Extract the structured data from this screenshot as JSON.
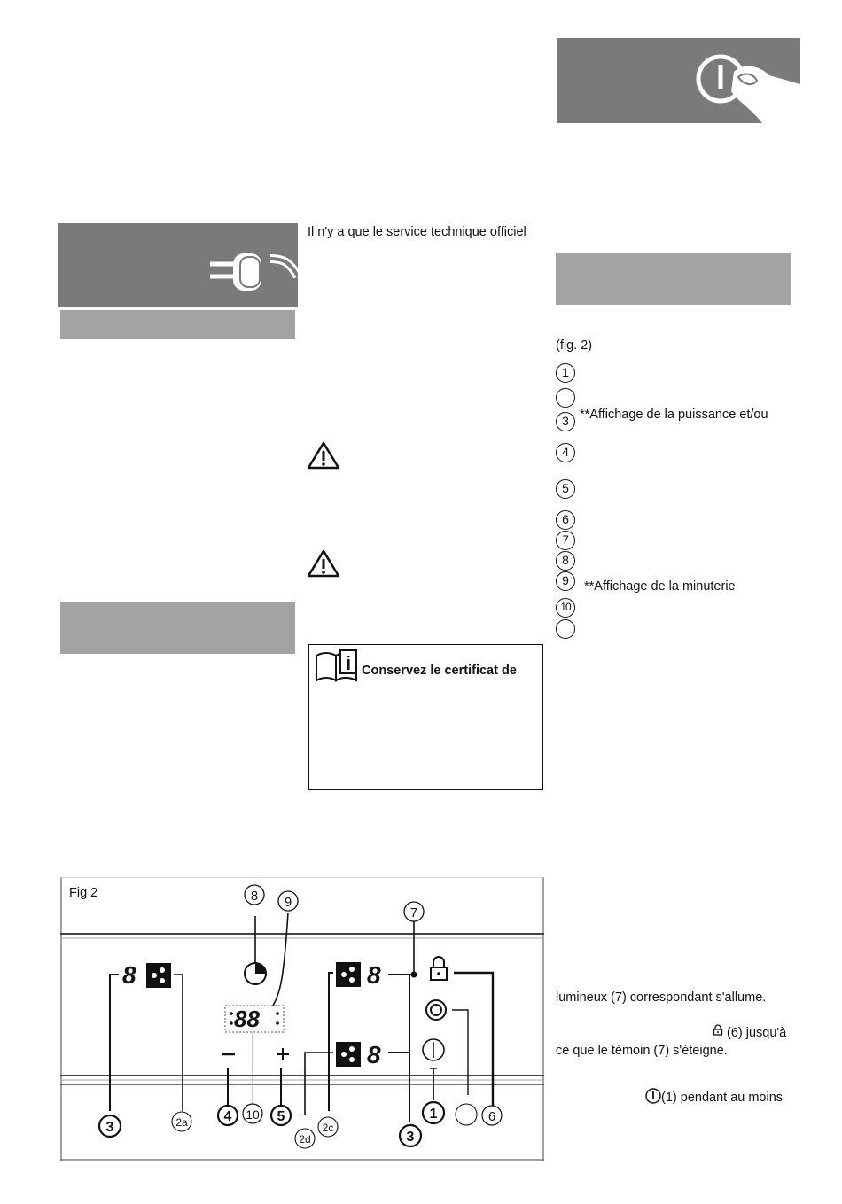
{
  "col_middle": {
    "service_text": "Il n'y a que le service technique officiel",
    "info_box_text": "Conservez le certificat de"
  },
  "col_right": {
    "fig_ref": "(fig. 2)",
    "legend": [
      {
        "num": "1",
        "text": ""
      },
      {
        "num": "",
        "text": ""
      },
      {
        "num": "3",
        "text": "**Affichage de la puissance et/ou"
      },
      {
        "num": "4",
        "text": ""
      },
      {
        "num": "5",
        "text": ""
      },
      {
        "num": "6",
        "text": ""
      },
      {
        "num": "7",
        "text": ""
      },
      {
        "num": "8",
        "text": ""
      },
      {
        "num": "9",
        "text": "**Affichage de la minuterie"
      },
      {
        "num": "10",
        "text": ""
      },
      {
        "num": "",
        "text": ""
      }
    ],
    "line_lumineux": "lumineux (7) correspondant s'allume.",
    "line_jusqua": "(6) jusqu'à",
    "line_temoin": "ce que le témoin (7) s'éteigne.",
    "line_pendant": "(1) pendant au moins"
  },
  "figure": {
    "label": "Fig 2",
    "callouts": {
      "c8": "8",
      "c9": "9",
      "c7": "7",
      "c3a": "3",
      "c2a": "2a",
      "c4": "4",
      "c10": "10",
      "c5": "5",
      "c2d": "2d",
      "c2c": "2c",
      "c3b": "3",
      "c1": "1",
      "c6": "6"
    },
    "displays": {
      "zone_left": "8",
      "zone_right_top": "8",
      "zone_right_bottom": "8",
      "timer": "88"
    }
  }
}
